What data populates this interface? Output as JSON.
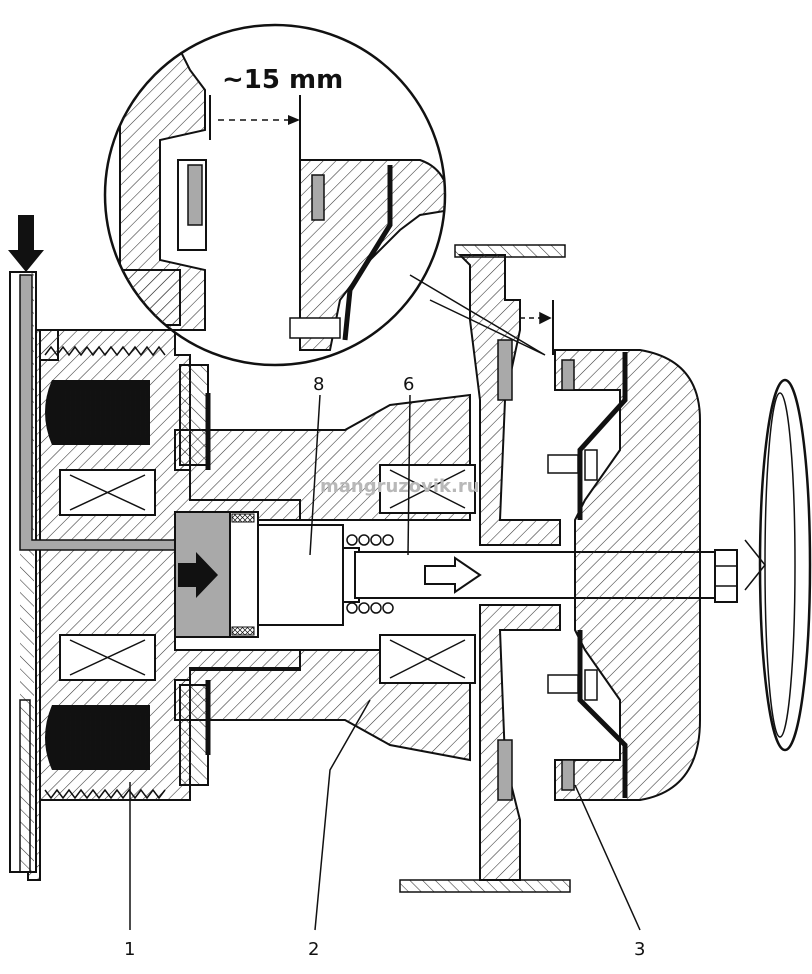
{
  "dimension": {
    "text": "~15 mm"
  },
  "watermark": "mangruzovik.ru",
  "labels": {
    "l1": "1",
    "l2": "2",
    "l3": "3",
    "l6": "6",
    "l8": "8"
  },
  "colors": {
    "line": "#111111",
    "hatch": "#333333",
    "oil": "#a9a9a9",
    "ink": "#111111"
  }
}
